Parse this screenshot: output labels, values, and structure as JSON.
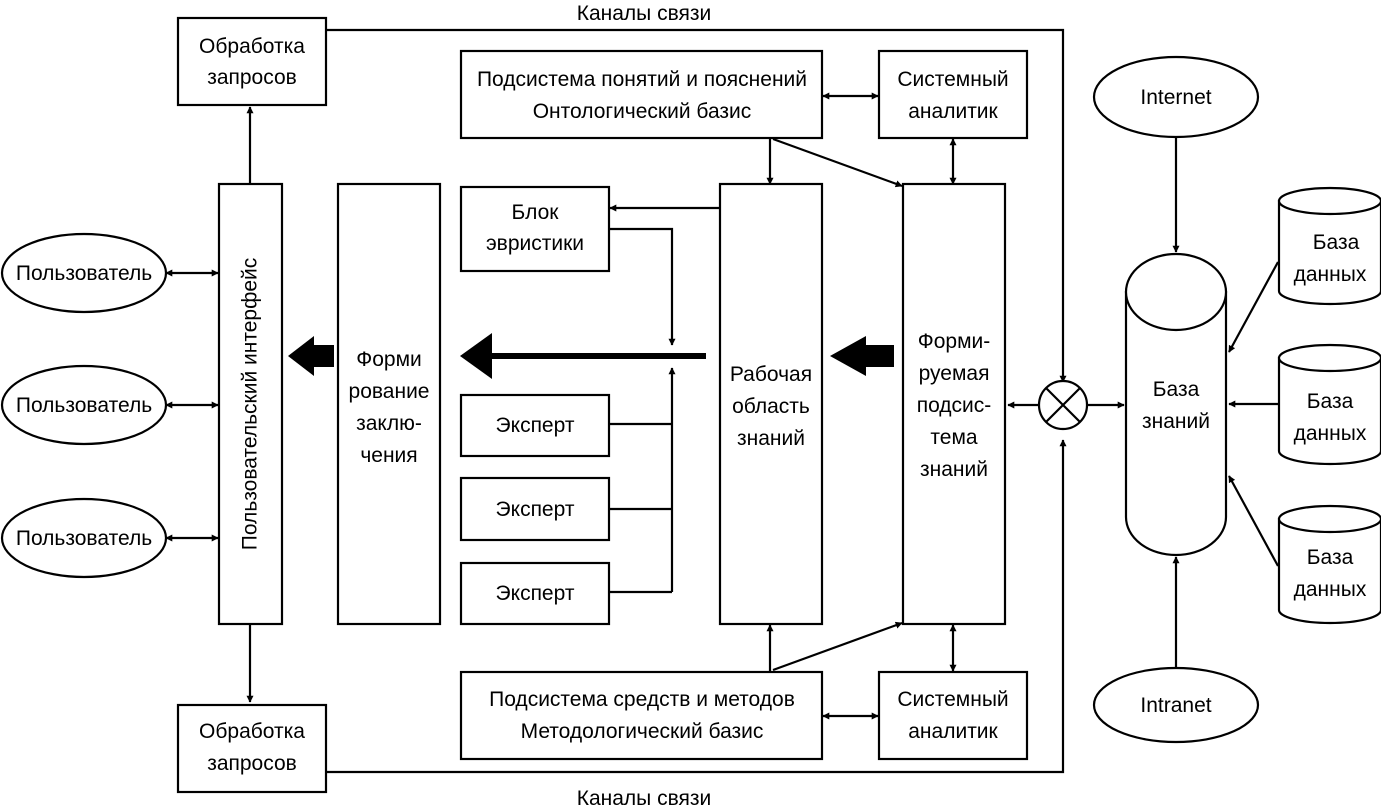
{
  "diagram": {
    "channels_top": "Каналы связи",
    "channels_bottom": "Каналы связи",
    "request_processing_top": [
      "Обработка",
      "запросов"
    ],
    "request_processing_bottom": [
      "Обработка",
      "запросов"
    ],
    "user_interface": "Пользовательский интерфейс",
    "users": [
      "Пользователь",
      "Пользователь",
      "Пользователь"
    ],
    "conclusion_formation": [
      "Форми",
      "рование",
      "заклю-",
      "чения"
    ],
    "concepts_subsystem": [
      "Подсистема понятий и пояснений",
      "Онтологический базис"
    ],
    "methods_subsystem": [
      "Подсистема средств и методов",
      "Методологический базис"
    ],
    "system_analyst_top": [
      "Системный",
      "аналитик"
    ],
    "system_analyst_bottom": [
      "Системный",
      "аналитик"
    ],
    "heuristics_block": [
      "Блок",
      "эвристики"
    ],
    "experts": [
      "Эксперт",
      "Эксперт",
      "Эксперт"
    ],
    "work_area": [
      "Рабочая",
      "область",
      "знаний"
    ],
    "formed_subsystem": [
      "Форми-",
      "руемая",
      "подсис-",
      "тема",
      "знаний"
    ],
    "internet": "Internet",
    "intranet": "Intranet",
    "knowledge_base": [
      "База",
      "знаний"
    ],
    "databases": [
      [
        "База",
        "данных"
      ],
      [
        "База",
        "данных"
      ],
      [
        "База",
        "данных"
      ]
    ]
  }
}
